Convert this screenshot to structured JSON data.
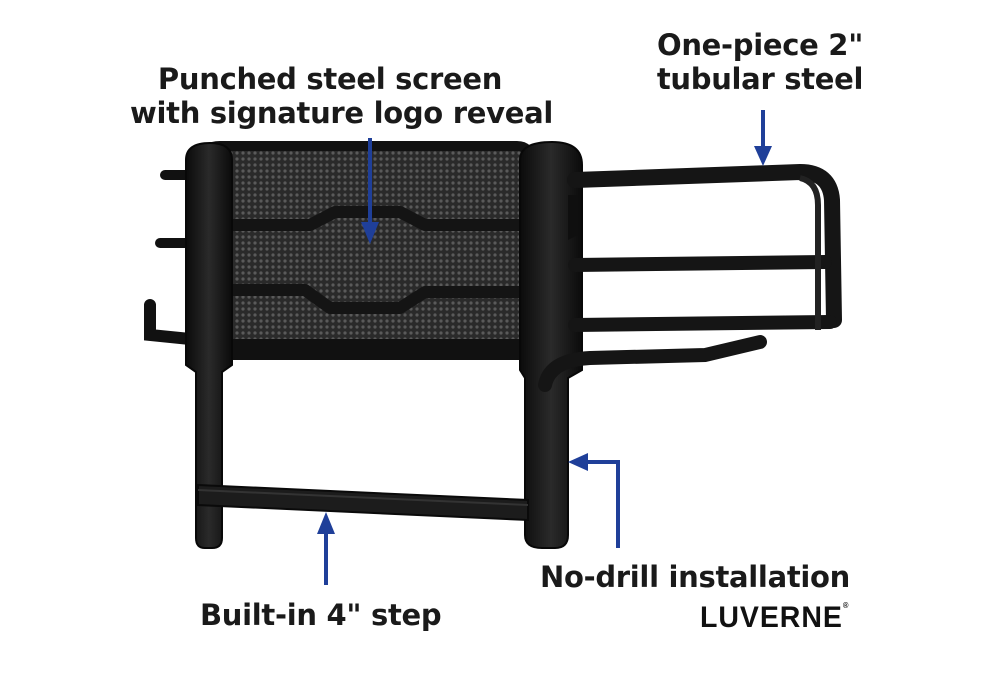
{
  "callouts": {
    "screen_line1": "Punched steel screen",
    "screen_line2": "with signature logo reveal",
    "tube_line1": "One-piece 2\"",
    "tube_line2": "tubular steel",
    "no_drill": "No-drill installation",
    "step": "Built-in 4\" step"
  },
  "brand": {
    "name": "LUVERNE",
    "mark": "®"
  },
  "colors": {
    "arrow": "#1f3f99",
    "steel": "#141414",
    "text": "#1a1a1a"
  }
}
